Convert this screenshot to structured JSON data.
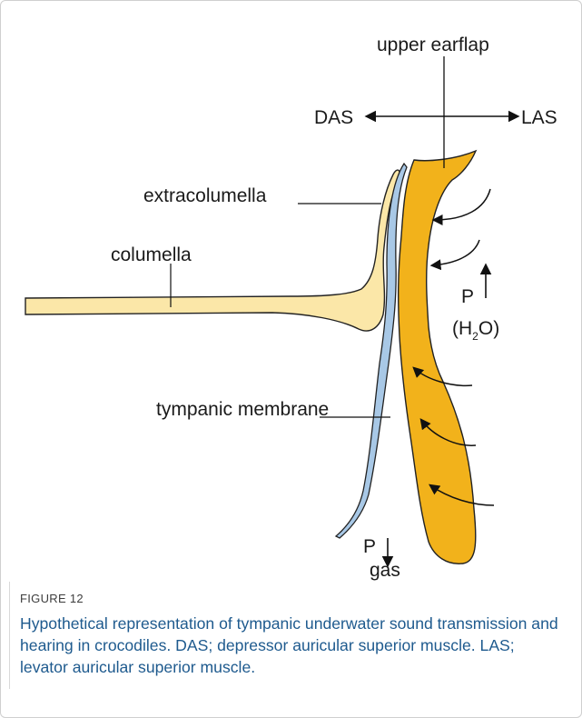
{
  "figure": {
    "labels": {
      "upper_earflap": "upper earflap",
      "das": "DAS",
      "las": "LAS",
      "extracolumella": "extracolumella",
      "columella": "columella",
      "tympanic_membrane": "tympanic membrane",
      "p_up": "P",
      "h2o_open": "(H",
      "h2o_sub": "2",
      "h2o_close": "O)",
      "p_down": "P",
      "gas": "gas"
    },
    "colors": {
      "earflap": "#f2b21b",
      "bone": "#fbe7a8",
      "membrane": "#a8c8e6",
      "caption": "#1e5a8e"
    }
  },
  "caption": {
    "label": "FIGURE 12",
    "text": "Hypothetical representation of tympanic underwater sound transmission and hearing in crocodiles. DAS; depressor auricular superior muscle. LAS; levator auricular superior muscle."
  }
}
